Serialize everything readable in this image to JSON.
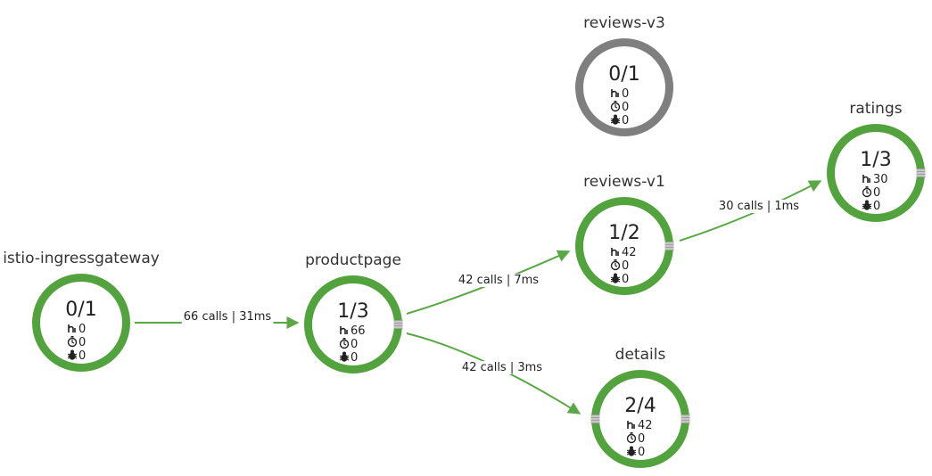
{
  "colors": {
    "healthy": "#52a33d",
    "idle": "#7f7f7f",
    "edge": "#5aa845",
    "text": "#222222",
    "port_marker": "#a0a0a0"
  },
  "nodes": [
    {
      "id": "istio-ingressgateway",
      "name": "istio-ingressgateway",
      "ratio": "0/1",
      "requests": "0",
      "latency": "0",
      "errors": "0",
      "status": "healthy"
    },
    {
      "id": "productpage",
      "name": "productpage",
      "ratio": "1/3",
      "requests": "66",
      "latency": "0",
      "errors": "0",
      "status": "healthy"
    },
    {
      "id": "reviews-v1",
      "name": "reviews-v1",
      "ratio": "1/2",
      "requests": "42",
      "latency": "0",
      "errors": "0",
      "status": "healthy"
    },
    {
      "id": "reviews-v3",
      "name": "reviews-v3",
      "ratio": "0/1",
      "requests": "0",
      "latency": "0",
      "errors": "0",
      "status": "idle"
    },
    {
      "id": "ratings",
      "name": "ratings",
      "ratio": "1/3",
      "requests": "30",
      "latency": "0",
      "errors": "0",
      "status": "healthy"
    },
    {
      "id": "details",
      "name": "details",
      "ratio": "2/4",
      "requests": "42",
      "latency": "0",
      "errors": "0",
      "status": "healthy"
    }
  ],
  "edges": [
    {
      "from": "istio-ingressgateway",
      "to": "productpage",
      "label": "66 calls | 31ms"
    },
    {
      "from": "productpage",
      "to": "reviews-v1",
      "label": "42 calls | 7ms"
    },
    {
      "from": "productpage",
      "to": "details",
      "label": "42 calls | 3ms"
    },
    {
      "from": "reviews-v1",
      "to": "ratings",
      "label": "30 calls | 1ms"
    }
  ],
  "icons": {
    "requests": "requests-icon",
    "latency": "latency-icon",
    "errors": "errors-icon"
  }
}
